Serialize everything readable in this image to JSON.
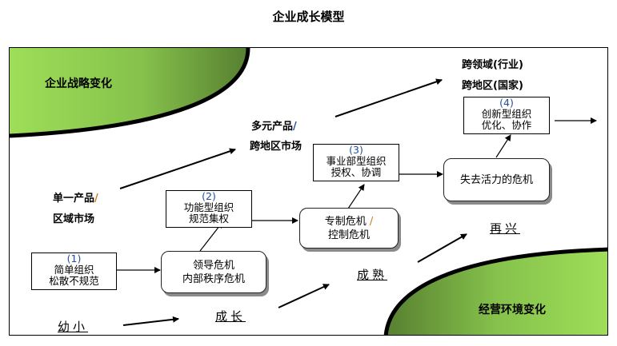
{
  "title": "企业成长模型",
  "regions": {
    "strategy": {
      "label": "企业战略变化",
      "color": "#99d856",
      "dark_color": "#5a8a33"
    },
    "environment": {
      "label": "经营环境变化",
      "color": "#99d856",
      "dark_color": "#5a8a33"
    }
  },
  "strategy_stages": [
    {
      "line1": "单一产品",
      "sep": "/",
      "line2": "区域市场"
    },
    {
      "line1": "多元产品",
      "sep": "/",
      "line2": "跨地区市场"
    },
    {
      "line1": "跨领域(行业)",
      "line2": "跨地区(国家)"
    }
  ],
  "organizations": [
    {
      "num": "(1)",
      "name": "简单组织",
      "desc": "松散不规范"
    },
    {
      "num": "(2)",
      "name": "功能型组织",
      "desc": "规范集权"
    },
    {
      "num": "(3)",
      "name": "事业部型组织",
      "desc": "授权、协调"
    },
    {
      "num": "(4)",
      "name": "创新型组织",
      "desc": "优化、协作"
    }
  ],
  "crises": [
    {
      "line1": "领导危机",
      "line2": "内部秩序危机"
    },
    {
      "line1": "专制危机",
      "sep": "/",
      "line2": "控制危机"
    },
    {
      "line1": "失去活力的危机"
    }
  ],
  "growth_stages": [
    "幼小",
    "成长",
    "成熟",
    "再兴"
  ]
}
